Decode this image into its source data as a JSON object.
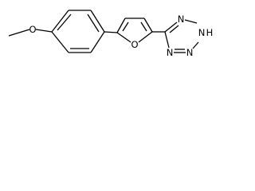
{
  "molecule": {
    "atom_labels": {
      "methoxy_oxygen": "O",
      "furan_oxygen": "O",
      "tetrazole_nh": "N",
      "tetrazole_nh_h": "H",
      "tetrazole_n_upper": "N",
      "tetrazole_n_lower_left": "N",
      "tetrazole_n_lower_right": "N"
    },
    "colors": {
      "bond": "#000000",
      "label": "#000000",
      "background": "#ffffff"
    }
  }
}
